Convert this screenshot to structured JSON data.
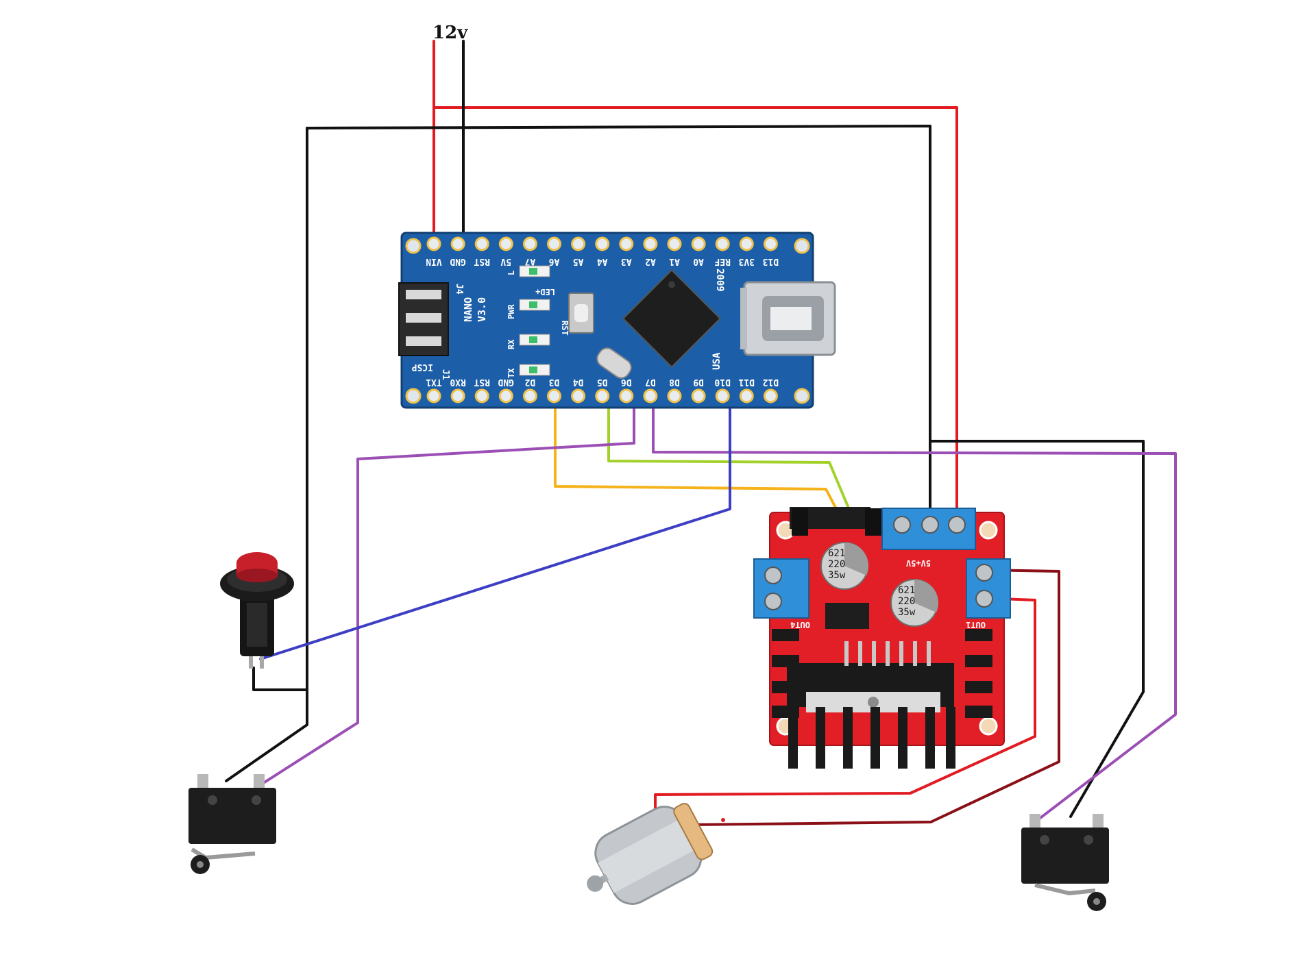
{
  "supply": {
    "label": "12v"
  },
  "arduino": {
    "top_pins": [
      "VIN",
      "GND",
      "RST",
      "5V",
      "A7",
      "A6",
      "A5",
      "A4",
      "A3",
      "A2",
      "A1",
      "A0",
      "REF",
      "3V3",
      "D13"
    ],
    "bottom_pins": [
      "TX1",
      "RX0",
      "RST",
      "GND",
      "D2",
      "D3",
      "D4",
      "D5",
      "D6",
      "D7",
      "D8",
      "D9",
      "D10",
      "D11",
      "D12"
    ],
    "board_text": [
      "NANO",
      "V3.0"
    ],
    "header_label": "J4",
    "icsp_label": "ICSP",
    "led_labels": [
      "L",
      "PWR",
      "RX",
      "TX"
    ],
    "led_top_labels": [
      "LED+",
      "RST"
    ],
    "chip_labels": [
      "2009",
      "USA"
    ],
    "header_corner": "J1"
  },
  "driver": {
    "cap_1": [
      "621",
      "220",
      "35w"
    ],
    "cap_2": [
      "621",
      "220",
      "35w"
    ],
    "out_left_label": "OUT4",
    "out_right_label": "OUT1",
    "power_label": "5V+5V"
  },
  "components": [
    {
      "name": "push-button",
      "kind": "momentary"
    },
    {
      "name": "limit-switch-left",
      "kind": "micro switch"
    },
    {
      "name": "dc-motor",
      "kind": "motor"
    },
    {
      "name": "limit-switch-right",
      "kind": "micro switch"
    }
  ],
  "wires": [
    {
      "name": "wire-12v-positive",
      "color": "#e11b22"
    },
    {
      "name": "wire-12v-ground",
      "color": "#111111"
    },
    {
      "name": "wire-d3-orange",
      "color": "#f5b21a"
    },
    {
      "name": "wire-d5-green",
      "color": "#a3d12c"
    },
    {
      "name": "wire-d6-purple",
      "color": "#9b4fb5"
    },
    {
      "name": "wire-d7-purple",
      "color": "#9b4fb5"
    },
    {
      "name": "wire-d10-blue",
      "color": "#3c3fc4"
    },
    {
      "name": "wire-motor-red",
      "color": "#e11b22"
    },
    {
      "name": "wire-motor-darkred",
      "color": "#8a0f17"
    }
  ]
}
